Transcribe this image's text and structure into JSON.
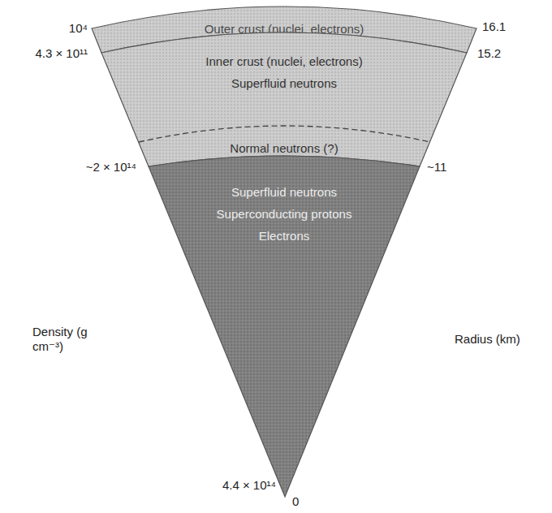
{
  "diagram": {
    "nodes": [
      {
        "text": [
          "Outer crust (nuclei, electrons)"
        ]
      },
      {
        "text": [
          "Inner crust (nuclei, electrons)",
          "Superfluid neutrons",
          "Normal neutrons (?)"
        ]
      },
      {
        "text": [
          "Superfluid neutrons",
          "Superconducting protons",
          "Electrons"
        ]
      }
    ],
    "labels": [
      "10⁴",
      "4.3 × 10¹¹",
      "~2 × 10¹⁴",
      "Density (g cm⁻³)",
      "4.4 × 10¹⁴",
      "16.1",
      "15.2",
      "~11",
      "Radius (km)",
      "0"
    ]
  }
}
